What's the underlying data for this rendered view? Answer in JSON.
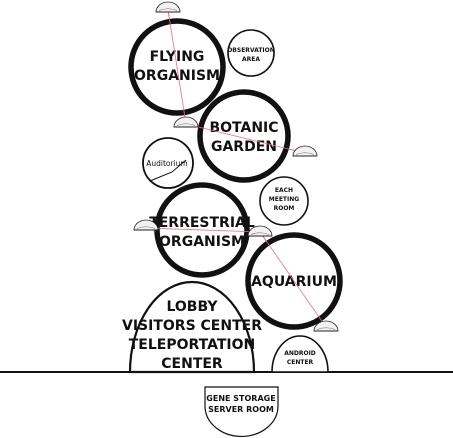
{
  "rooms": {
    "flying": [
      "FLYING",
      "ORGANISM"
    ],
    "observation": [
      "OBSERVATION",
      "AREA"
    ],
    "botanic": [
      "BOTANIC",
      "GARDEN"
    ],
    "auditorium": "Auditorium",
    "meeting": [
      "EACH",
      "MEETING",
      "ROOM"
    ],
    "terrestrial": [
      "TERRESTRIAL",
      "ORGANISM"
    ],
    "aquarium": "AQUARIUM",
    "lobby": [
      "LOBBY",
      "VISITORS CENTER",
      "TELEPORTATION",
      "CENTER"
    ],
    "android": [
      "ANDROID",
      "CENTER"
    ],
    "gene": [
      "GENE STORAGE",
      "SERVER ROOM"
    ]
  },
  "colors": {
    "stroke": "#111111",
    "connector": "#e8737a",
    "pod_fill": "#f2f2f2"
  }
}
